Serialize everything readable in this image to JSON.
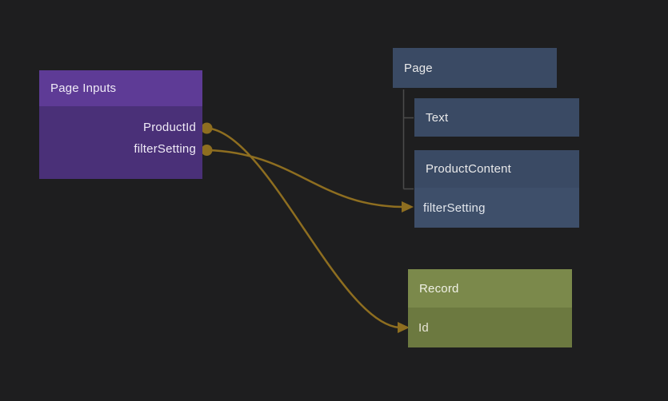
{
  "colors": {
    "background": "#1e1e1f",
    "connection": "#8e6e20",
    "tree_line": "#4b4b4b",
    "page_inputs_header": "#5e3b96",
    "page_inputs_body": "#4a3078",
    "component_header": "#3a4a64",
    "component_field_row": "#3e4f6a",
    "record_header": "#7b894b",
    "record_field_row": "#6c7940"
  },
  "page_inputs": {
    "title": "Page Inputs",
    "outputs": [
      {
        "label": "ProductId"
      },
      {
        "label": "filterSetting"
      }
    ]
  },
  "page_tree": {
    "root_label": "Page",
    "children": [
      {
        "label": "Text"
      },
      {
        "label": "ProductContent",
        "fields": [
          "filterSetting"
        ]
      }
    ]
  },
  "record": {
    "title": "Record",
    "fields": [
      "Id"
    ]
  },
  "connections": [
    {
      "from": "Page Inputs / ProductId",
      "to": "Record / Id"
    },
    {
      "from": "Page Inputs / filterSetting",
      "to": "ProductContent / filterSetting"
    }
  ]
}
